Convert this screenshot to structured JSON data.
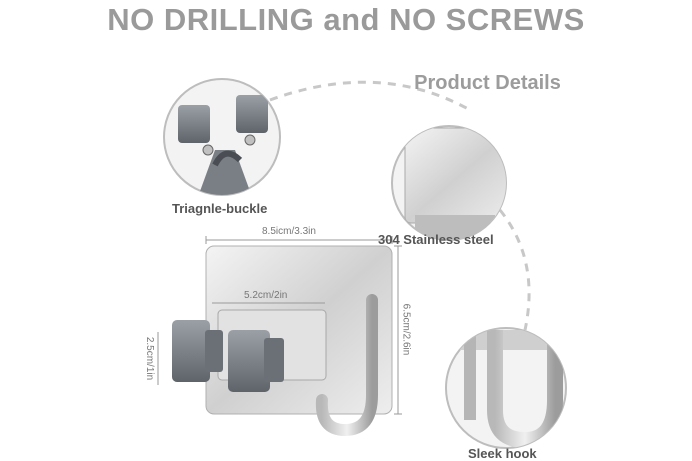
{
  "headline": "NO DRILLING and NO SCREWS",
  "section_title": "Product Details",
  "callouts": {
    "buckle": "Triagnle-buckle",
    "steel": "304 Stainless steel",
    "hook": "Sleek hook"
  },
  "dimensions": {
    "width": "8.5icm/3.3in",
    "inner_width": "5.2cm/2in",
    "height": "6.5cm/2.6in",
    "clip_height": "2.5cm/1in"
  },
  "colors": {
    "headline": "#9a9a9a",
    "steel": "#d8d8d8",
    "clip": "#7a7f86"
  }
}
